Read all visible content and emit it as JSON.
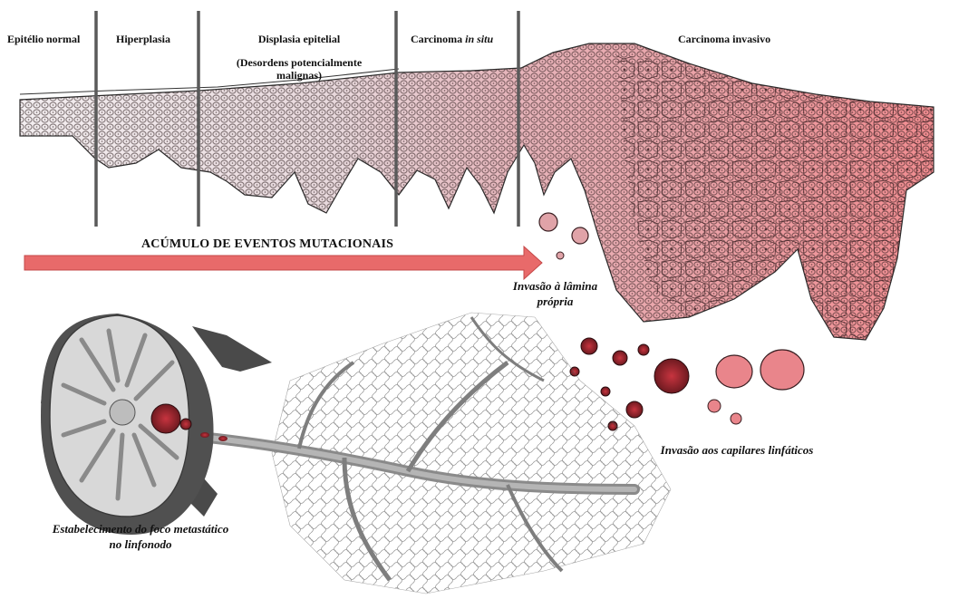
{
  "stages": {
    "normal": "Epitélio normal",
    "hyperplasia": "Hiperplasia",
    "dysplasia": "Displasia epitelial",
    "dysplasia_note": "(Desordens potencialmente malignas)",
    "cis_prefix": "Carcinoma ",
    "cis_italic": "in situ",
    "invasive": "Carcinoma invasivo"
  },
  "arrow": {
    "label": "ACÚMULO DE EVENTOS MUTACIONAIS",
    "color": "#e25555"
  },
  "captions": {
    "lamina_propria": "Invasão à lâmina própria",
    "lymph_capillaries": "Invasão aos capilares linfáticos",
    "lymph_node": "Estabelecimento do foco metastático no linfonodo"
  },
  "colors": {
    "tumor": "#e9858b",
    "tumor_dark": "#b33a45",
    "cell_outline": "#2a1b1b",
    "divider": "#555555",
    "vessel": "#777777"
  }
}
